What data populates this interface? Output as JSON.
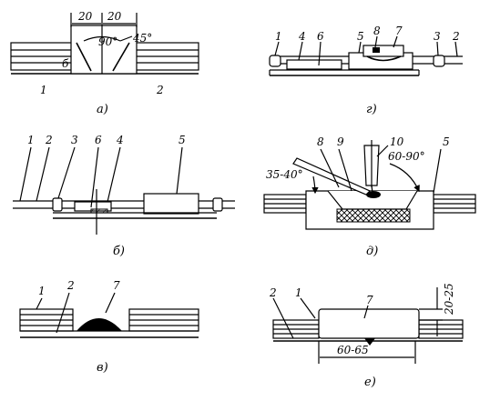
{
  "panels": {
    "a": {
      "caption": "а)",
      "dims": {
        "left": "20",
        "right": "20",
        "angle1": "90°",
        "angle2": "45°",
        "gap": "б"
      },
      "labels": [
        "1",
        "2"
      ]
    },
    "b": {
      "caption": "б)",
      "labels": [
        "1",
        "2",
        "3",
        "6",
        "4",
        "5"
      ]
    },
    "v": {
      "caption": "в)",
      "labels": [
        "1",
        "2",
        "7"
      ]
    },
    "g": {
      "caption": "г)",
      "labels": [
        "1",
        "4",
        "6",
        "5",
        "8",
        "7",
        "3",
        "2"
      ]
    },
    "d": {
      "caption": "д)",
      "labels": [
        "8",
        "9",
        "10",
        "5"
      ],
      "angles": {
        "left": "35-40°",
        "right": "60-90°"
      }
    },
    "e": {
      "caption": "е)",
      "labels": [
        "2",
        "1",
        "7"
      ],
      "dims": {
        "height": "20-25",
        "width": "60-65"
      }
    }
  }
}
